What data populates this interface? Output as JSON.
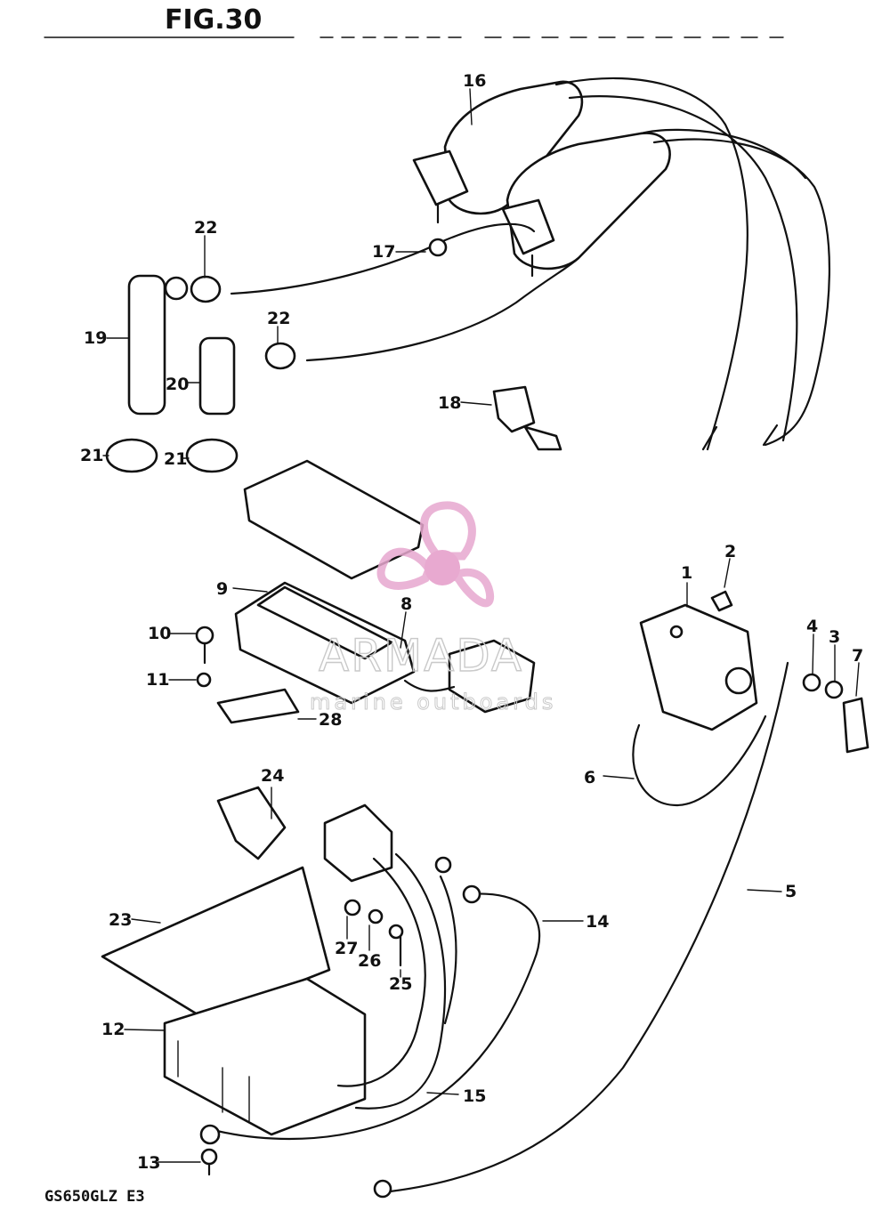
{
  "figure": {
    "title": "FIG.30",
    "model_code": "GS650GLZ E3"
  },
  "watermark": {
    "brand": "ARMADA",
    "tagline": "marine outboards",
    "logo_icon": "propeller-logo-icon",
    "colors": {
      "logo": "#e7a8cf",
      "logo_hub": "#e59bc8",
      "text_outline": "#c9c9c9"
    }
  },
  "callouts": [
    "1",
    "2",
    "3",
    "4",
    "5",
    "6",
    "7",
    "8",
    "9",
    "10",
    "11",
    "12",
    "13",
    "14",
    "15",
    "16",
    "17",
    "18",
    "19",
    "20",
    "21",
    "21",
    "22",
    "22",
    "23",
    "24",
    "25",
    "26",
    "27",
    "28"
  ]
}
